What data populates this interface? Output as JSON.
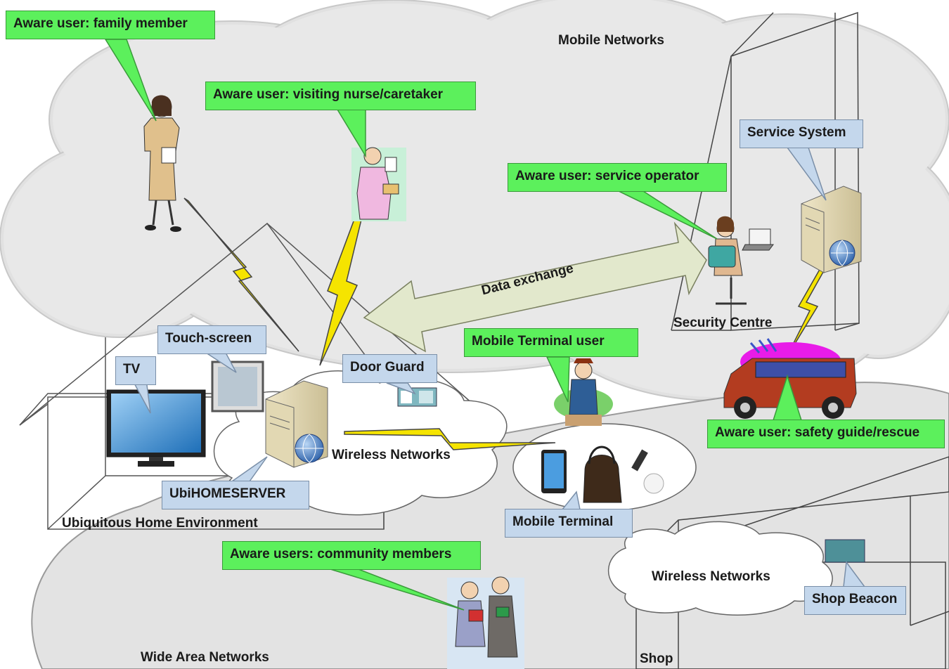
{
  "callouts": {
    "family_member": "Aware user: family member",
    "visiting_nurse": "Aware user: visiting nurse/caretaker",
    "service_operator": "Aware user: service operator",
    "mobile_terminal_user": "Mobile Terminal user",
    "safety_guide": "Aware user: safety guide/rescue",
    "community_members": "Aware users: community members"
  },
  "devices": {
    "service_system": "Service System",
    "touch_screen": "Touch-screen",
    "tv": "TV",
    "door_guard": "Door Guard",
    "ubihomeserver": "UbiHOMESERVER",
    "mobile_terminal": "Mobile Terminal",
    "shop_beacon": "Shop Beacon"
  },
  "regions": {
    "mobile_networks": "Mobile Networks",
    "security_centre": "Security Centre",
    "wireless_networks_home": "Wireless Networks",
    "ubiquitous_home": "Ubiquitous Home Environment",
    "wide_area_networks": "Wide Area Networks",
    "wireless_networks_shop": "Wireless Networks",
    "shop": "Shop"
  },
  "arrow_label": "Data exchange",
  "colors": {
    "callout_green": "#5cf05c",
    "device_blue": "#c4d7ec",
    "cloud_gray": "#e4e4e4",
    "arrow_fill": "#e2e8cc",
    "lightning": "#f5e400"
  }
}
